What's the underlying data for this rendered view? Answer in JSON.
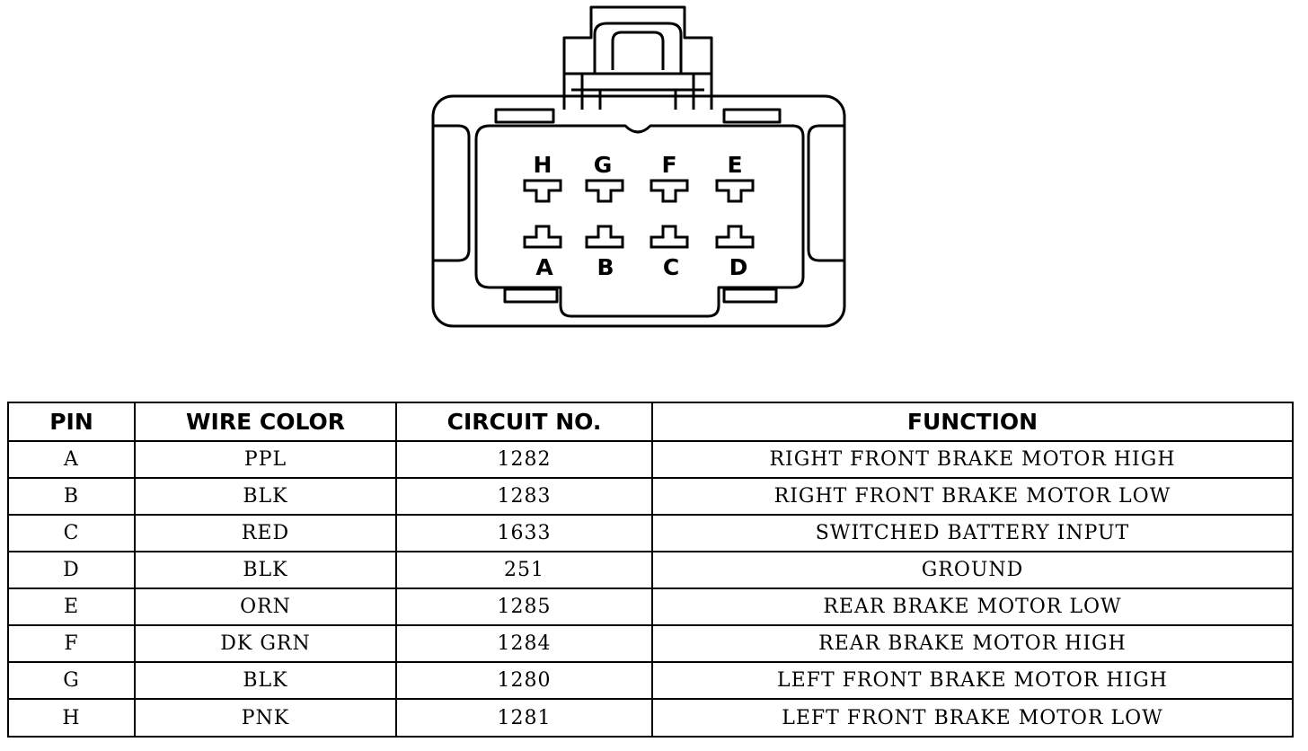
{
  "connector": {
    "pin_labels": {
      "top": [
        "H",
        "G",
        "F",
        "E"
      ],
      "bottom": [
        "A",
        "B",
        "C",
        "D"
      ]
    }
  },
  "table": {
    "headers": {
      "pin": "PIN",
      "wire_color": "WIRE COLOR",
      "circuit_no": "CIRCUIT NO.",
      "function": "FUNCTION"
    },
    "rows": [
      {
        "pin": "A",
        "wire_color": "PPL",
        "circuit_no": "1282",
        "function": "RIGHT FRONT BRAKE MOTOR HIGH"
      },
      {
        "pin": "B",
        "wire_color": "BLK",
        "circuit_no": "1283",
        "function": "RIGHT FRONT BRAKE MOTOR LOW"
      },
      {
        "pin": "C",
        "wire_color": "RED",
        "circuit_no": "1633",
        "function": "SWITCHED BATTERY INPUT"
      },
      {
        "pin": "D",
        "wire_color": "BLK",
        "circuit_no": "251",
        "function": "GROUND"
      },
      {
        "pin": "E",
        "wire_color": "ORN",
        "circuit_no": "1285",
        "function": "REAR BRAKE MOTOR LOW"
      },
      {
        "pin": "F",
        "wire_color": "DK GRN",
        "circuit_no": "1284",
        "function": "REAR BRAKE MOTOR HIGH"
      },
      {
        "pin": "G",
        "wire_color": "BLK",
        "circuit_no": "1280",
        "function": "LEFT FRONT BRAKE MOTOR HIGH"
      },
      {
        "pin": "H",
        "wire_color": "PNK",
        "circuit_no": "1281",
        "function": "LEFT FRONT BRAKE MOTOR LOW"
      }
    ]
  }
}
